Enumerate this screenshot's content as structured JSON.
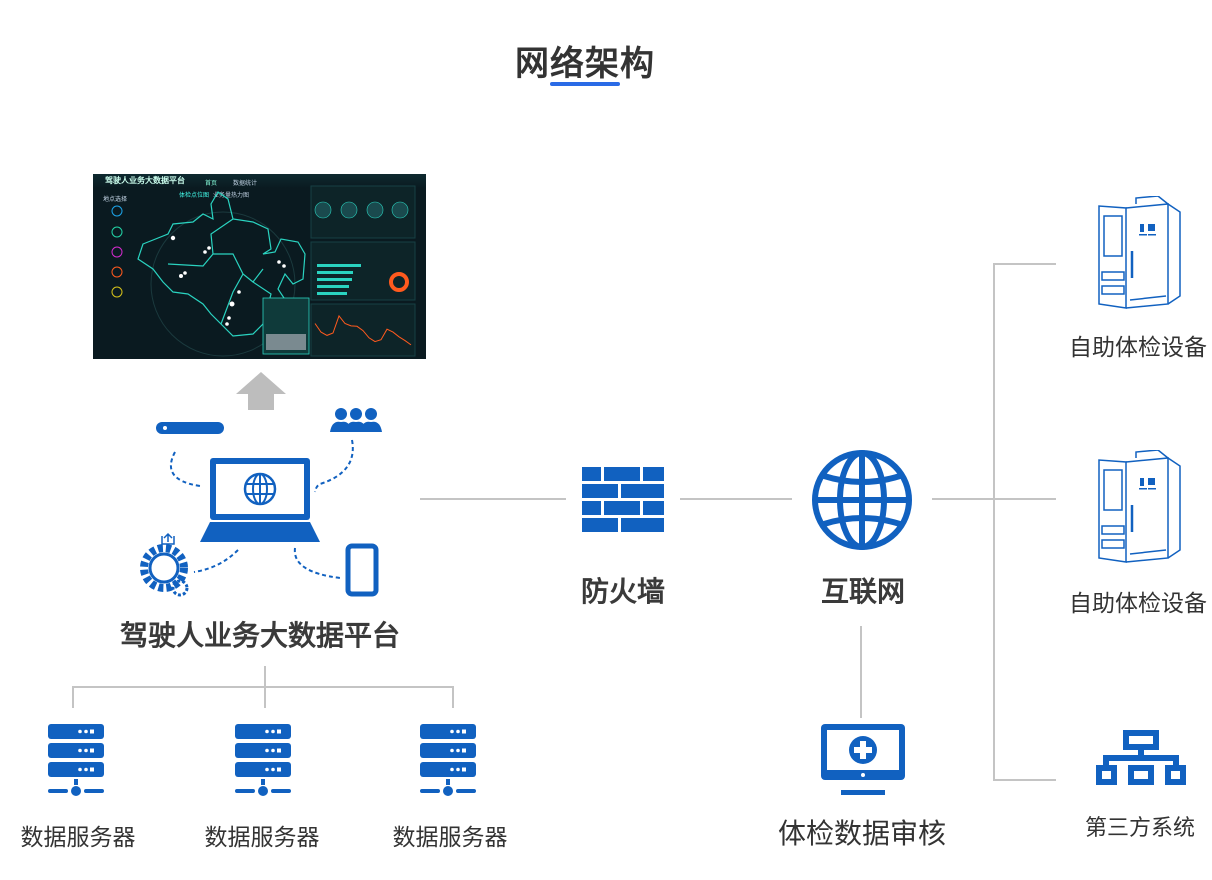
{
  "title": "网络架构",
  "colors": {
    "accent": "#2a6be6",
    "icon_blue": "#1161c0",
    "line_gray": "#c4c4c4",
    "arrow_gray": "#bdbdbd",
    "text_dark": "#333333",
    "dashboard_bg": "#0a1a20",
    "dashboard_teal": "#2ad3c0",
    "dashboard_orange": "#ff5a1e"
  },
  "dashboard": {
    "header_title": "驾驶人业务大数据平台",
    "tabs": [
      "首页",
      "数据统计"
    ],
    "map_tabs": [
      "体检点位图",
      "业务量热力图"
    ],
    "side_title": "地点选择",
    "side_items": [
      {
        "color": "#1ca3e8"
      },
      {
        "color": "#22d4a5"
      },
      {
        "color": "#d62ad0"
      },
      {
        "color": "#ff5a1e"
      },
      {
        "color": "#d6c21a"
      }
    ],
    "line_chart_values": [
      6,
      4.2,
      3.5,
      4,
      7.6,
      6,
      5.5,
      5.4,
      4.5,
      3,
      2.2,
      2.6,
      4.8,
      4.2,
      3.2,
      2.4,
      1.5
    ]
  },
  "nodes": {
    "platform": {
      "label": "驾驶人业务大数据平台",
      "icon": "laptop-globe-icon"
    },
    "servers": [
      {
        "label": "数据服务器",
        "icon": "server-icon"
      },
      {
        "label": "数据服务器",
        "icon": "server-icon"
      },
      {
        "label": "数据服务器",
        "icon": "server-icon"
      }
    ],
    "firewall": {
      "label": "防火墙",
      "icon": "firewall-icon"
    },
    "internet": {
      "label": "互联网",
      "icon": "globe-icon"
    },
    "review": {
      "label": "体检数据审核",
      "icon": "monitor-plus-icon"
    },
    "kiosks": [
      {
        "label": "自助体检设备",
        "icon": "kiosk-icon"
      },
      {
        "label": "自助体检设备",
        "icon": "kiosk-icon"
      }
    ],
    "third_party": {
      "label": "第三方系统",
      "icon": "hierarchy-icon"
    }
  }
}
